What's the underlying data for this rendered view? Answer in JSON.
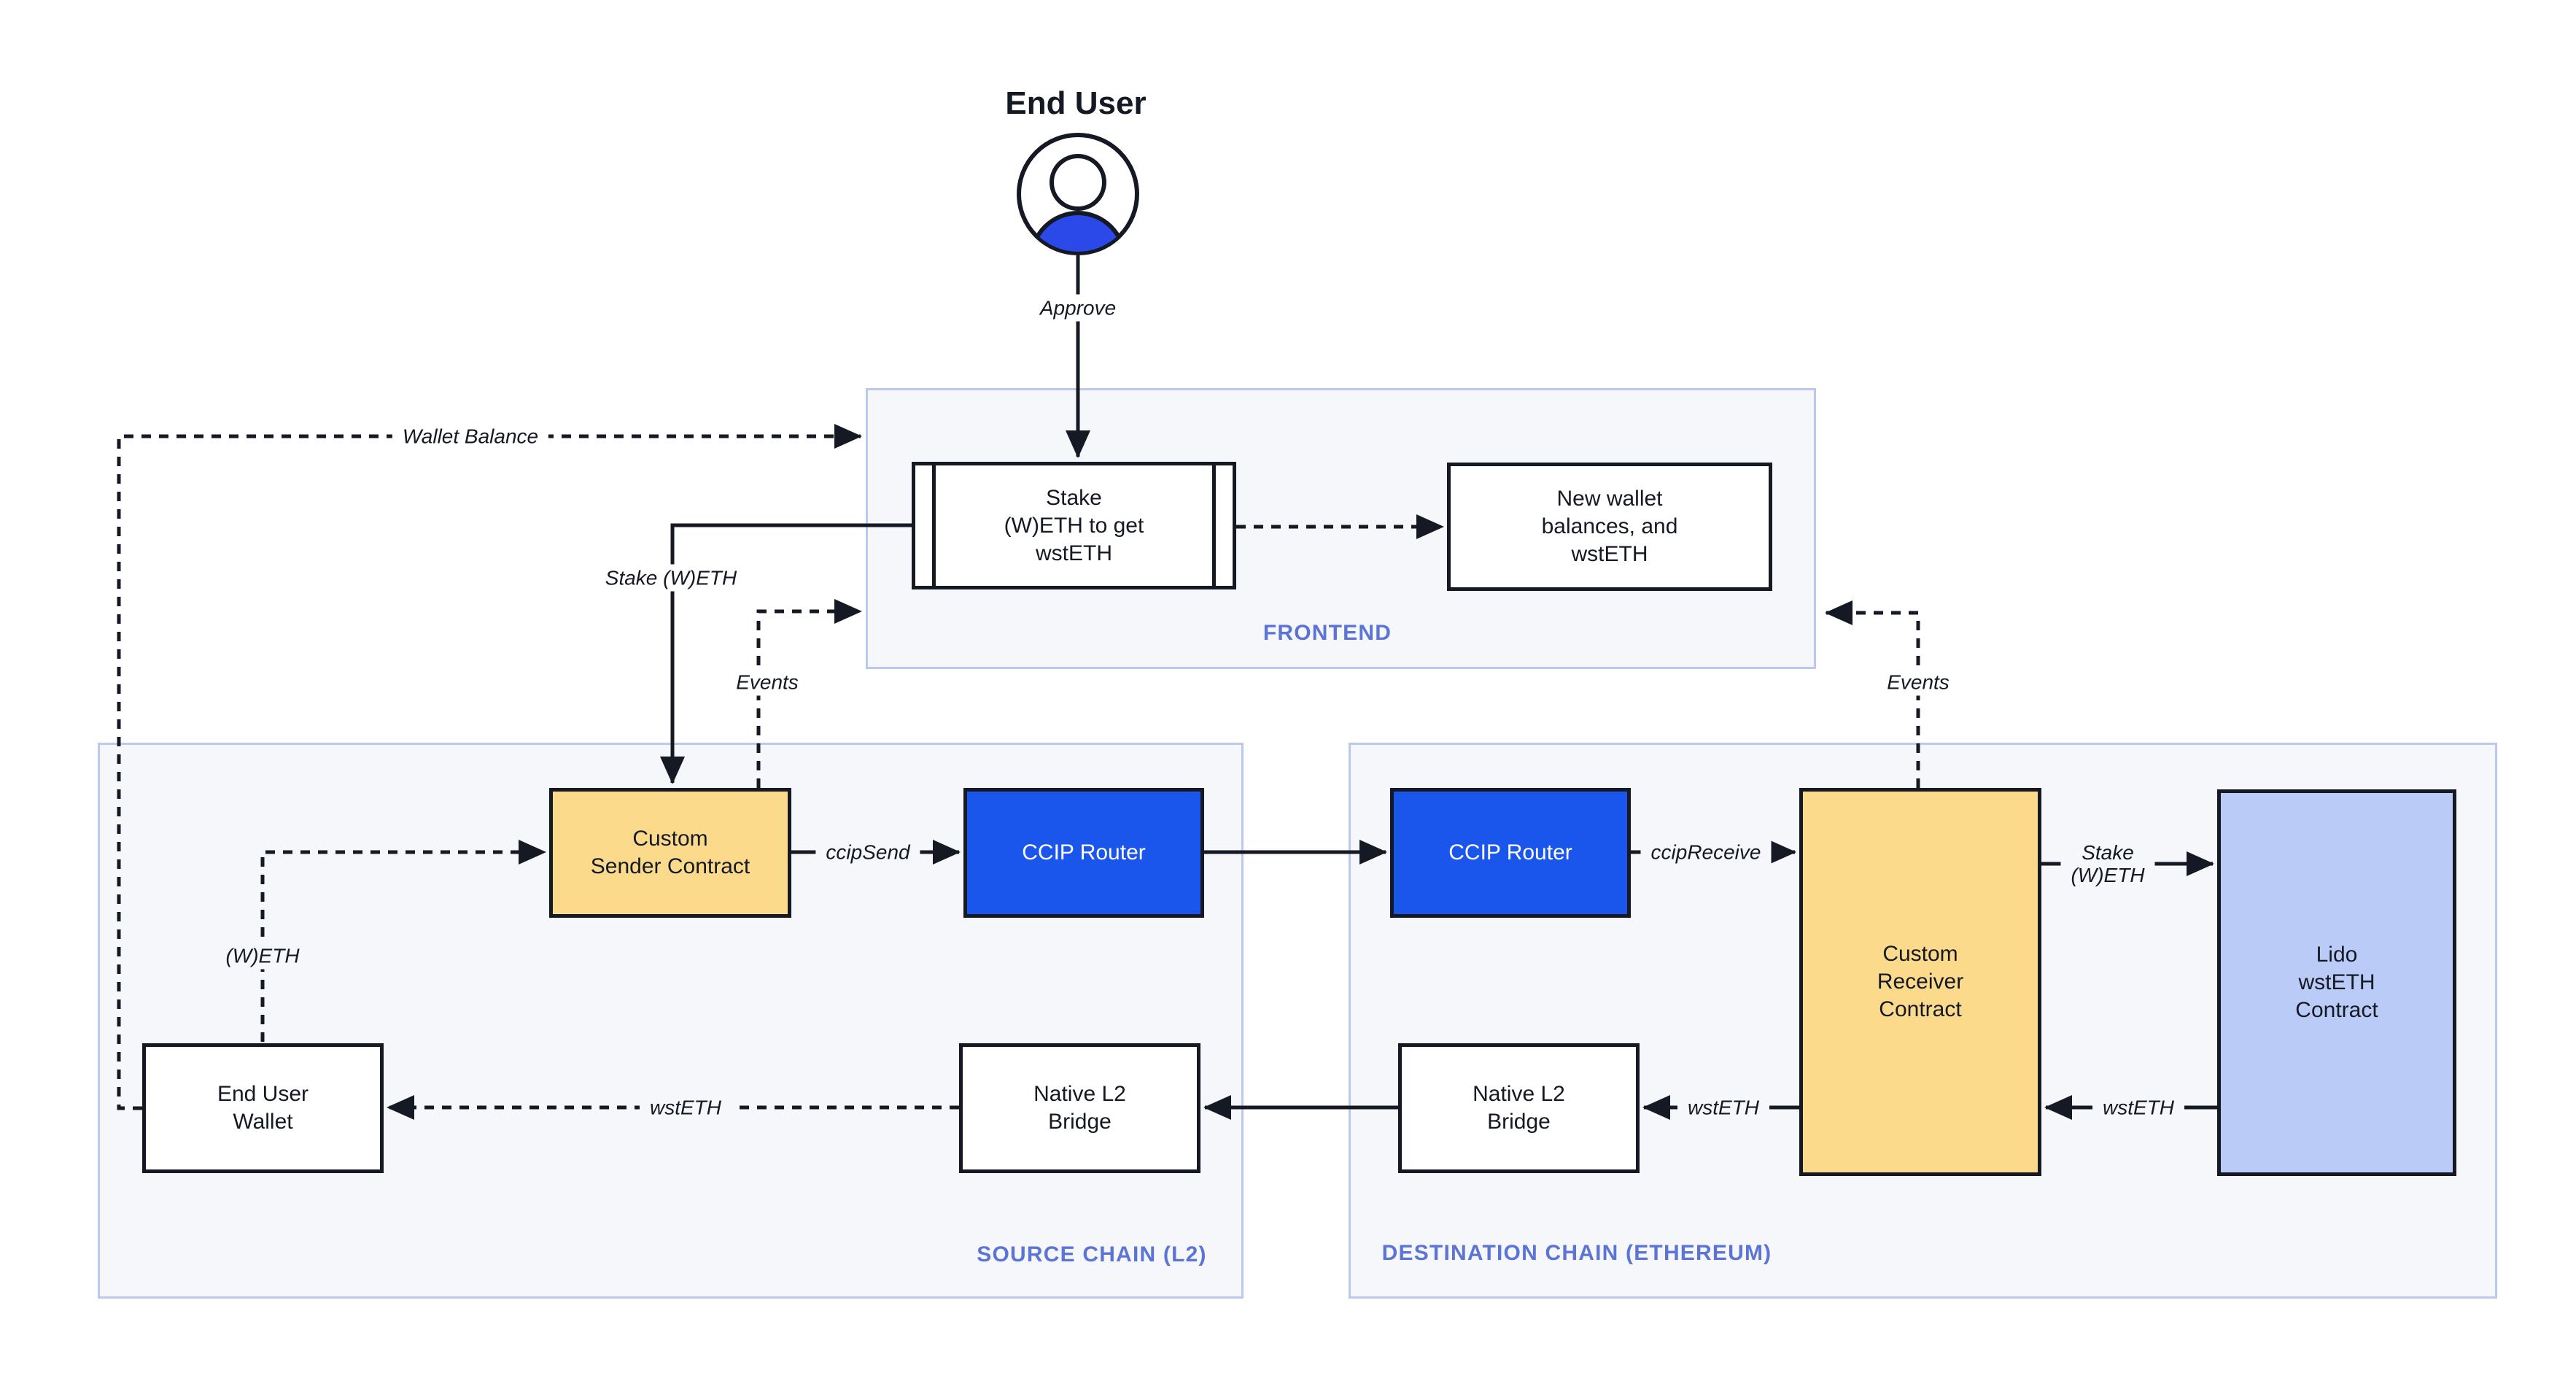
{
  "colors": {
    "ink": "#141923",
    "canvas-bg": "#ffffff",
    "container-bg": "#f5f7fb",
    "container-border": "#bcc8f0",
    "container-label": "#5b74d6",
    "node-yellow": "#fbda8b",
    "node-blue": "#1a56ec",
    "node-lavender": "#bacbf8",
    "node-white": "#ffffff",
    "icon-blue": "#2a49e8"
  },
  "end_user": {
    "title": "End User",
    "icon": "person-icon"
  },
  "frontend": {
    "label": "FRONTEND",
    "stake_box": {
      "lines": [
        "Stake",
        "(W)ETH to get",
        "wstETH"
      ]
    },
    "new_wallet_box": {
      "lines": [
        "New wallet",
        "balances, and",
        "wstETH"
      ]
    }
  },
  "source_chain": {
    "label": "SOURCE CHAIN (L2)",
    "custom_sender": {
      "lines": [
        "Custom",
        "Sender Contract"
      ]
    },
    "ccip_router": "CCIP Router",
    "end_user_wallet": {
      "lines": [
        "End User",
        "Wallet"
      ]
    },
    "native_bridge": {
      "lines": [
        "Native L2",
        "Bridge"
      ]
    }
  },
  "destination_chain": {
    "label": "DESTINATION CHAIN (ETHEREUM)",
    "ccip_router": "CCIP Router",
    "custom_receiver": {
      "lines": [
        "Custom",
        "Receiver",
        "Contract"
      ]
    },
    "lido": {
      "lines": [
        "Lido",
        "wstETH",
        "Contract"
      ]
    },
    "native_bridge": {
      "lines": [
        "Native L2",
        "Bridge"
      ]
    }
  },
  "edge_labels": {
    "approve": "Approve",
    "wallet_balance": "Wallet Balance",
    "stake_weth": "Stake (W)ETH",
    "events_left": "Events",
    "events_right": "Events",
    "ccip_send": "ccipSend",
    "ccip_receive": "ccipReceive",
    "weth": "(W)ETH",
    "wsteth_to_wallet": "wstETH",
    "wsteth_to_bridge": "wstETH",
    "wsteth_from_lido": "wstETH",
    "stake_weth_right": {
      "lines": [
        "Stake",
        "(W)ETH"
      ]
    }
  }
}
